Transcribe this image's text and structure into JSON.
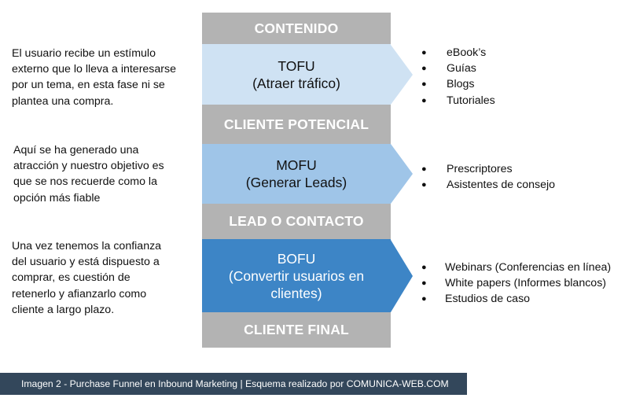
{
  "funnel": {
    "bands": {
      "contenido": "CONTENIDO",
      "cliente_potencial": "CLIENTE POTENCIAL",
      "lead": "LEAD O CONTACTO",
      "cliente_final": "CLIENTE FINAL"
    },
    "stages": [
      {
        "title": "TOFU",
        "subtitle": "(Atraer tráfico)",
        "color": "#cfe2f3",
        "description": "El usuario recibe un estímulo externo que lo lleva a interesarse por un tema, en esta fase ni se plantea una compra.",
        "items": [
          "eBook’s",
          "Guías",
          "Blogs",
          "Tutoriales"
        ]
      },
      {
        "title": "MOFU",
        "subtitle": "(Generar Leads)",
        "color": "#9fc5e8",
        "description": "Aquí se ha generado una atracción y nuestro objetivo es que se nos recuerde como la opción más fiable",
        "items": [
          "Prescriptores",
          "Asistentes de consejo"
        ]
      },
      {
        "title": "BOFU",
        "subtitle": "(Convertir usuarios en clientes)",
        "color": "#3d85c6",
        "description": "Una vez tenemos la confianza del usuario y está dispuesto a comprar, es cuestión de retenerlo y afianzarlo como cliente a largo plazo.",
        "items": [
          "Webinars (Conferencias en línea)",
          "White papers (Informes blancos)",
          "Estudios de caso"
        ]
      }
    ]
  },
  "caption": "Imagen 2 - Purchase Funnel en Inbound Marketing | Esquema realizado por COMUNICA-WEB.COM",
  "colors": {
    "band_gray": "#b3b3b3",
    "caption_bg": "#33475b"
  }
}
